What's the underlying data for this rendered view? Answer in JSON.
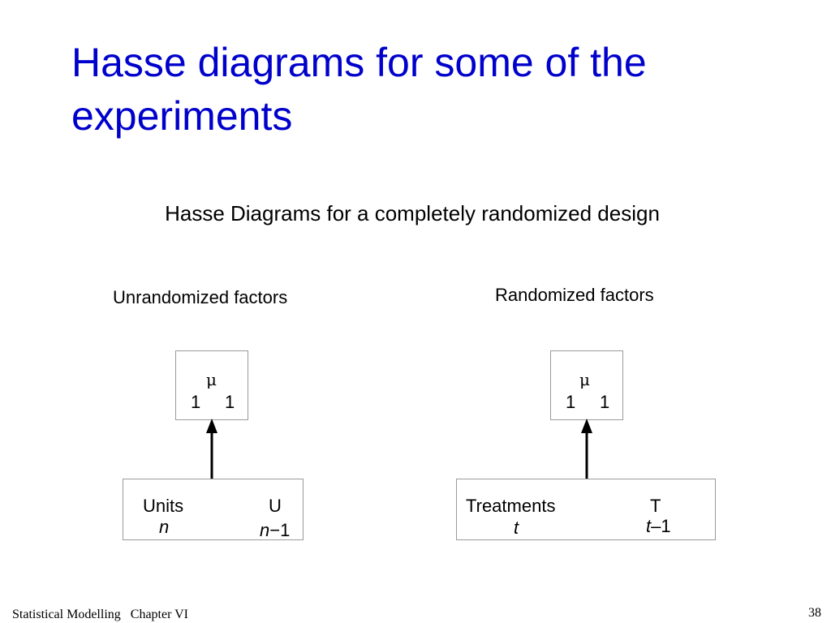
{
  "slide": {
    "title": "Hasse diagrams for some of the experiments",
    "subtitle": "Hasse Diagrams for a completely randomized design",
    "footer": "Statistical Modelling   Chapter VI",
    "page_number": "38"
  },
  "unrandomized": {
    "label": "Unrandomized factors",
    "top_node": {
      "symbol": "μ",
      "left_value": "1",
      "right_value": "1"
    },
    "bottom_node": {
      "name": "Units",
      "letter": "U",
      "levels": "n",
      "df_var": "n",
      "df_rest": "−1"
    }
  },
  "randomized": {
    "label": "Randomized factors",
    "top_node": {
      "symbol": "μ",
      "left_value": "1",
      "right_value": "1"
    },
    "bottom_node": {
      "name": "Treatments",
      "letter": "T",
      "levels": "t",
      "df_var": "t",
      "df_rest": "–1"
    }
  },
  "colors": {
    "title": "#0000cc",
    "box_border": "#9a9a9a",
    "arrow": "#000000"
  }
}
